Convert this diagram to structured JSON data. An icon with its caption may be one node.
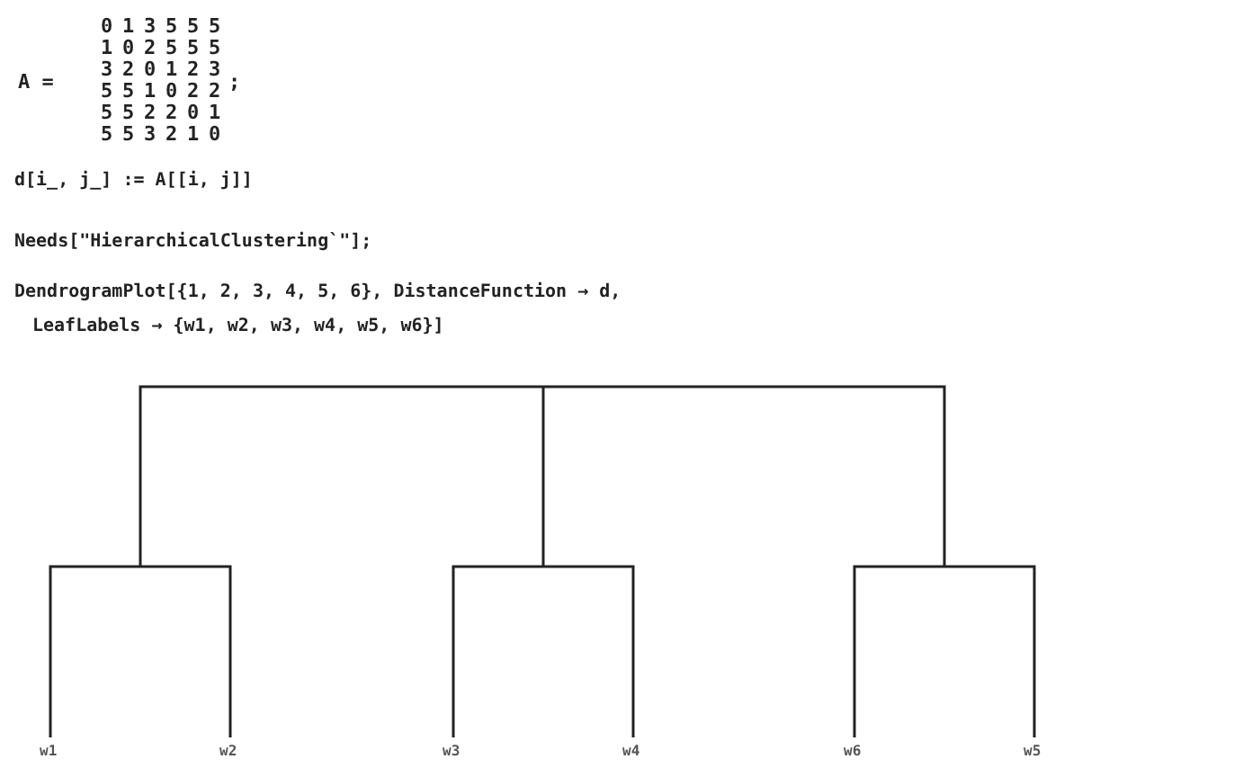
{
  "diagram": {
    "labels": [
      "A =",
      "0",
      "1",
      "3",
      "5",
      "5",
      "5",
      "1",
      "0",
      "2",
      "5",
      "5",
      "5",
      "3",
      "2",
      "0",
      "1",
      "2",
      "3",
      "5",
      "5",
      "1",
      "0",
      "2",
      "2",
      "5",
      "5",
      "2",
      "2",
      "0",
      "1",
      "5",
      "5",
      "3",
      "2",
      "1",
      "0",
      ";",
      "d[i_, j_] := A[[i, j]]",
      "Needs[\"HierarchicalClustering`\"];",
      "DendrogramPlot[{1, 2, 3, 4, 5, 6}, DistanceFunction → d,",
      "LeafLabels → {w1, w2, w3, w4, w5, w6}]",
      "w1",
      "w2",
      "w3",
      "w4",
      "w6",
      "w5"
    ]
  }
}
